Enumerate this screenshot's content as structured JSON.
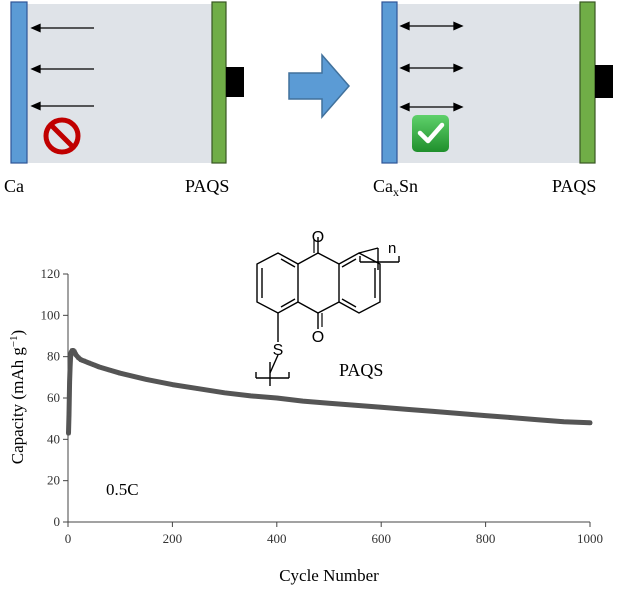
{
  "schematic": {
    "left_panel": {
      "anode_label": "Ca",
      "cathode_label": "PAQS",
      "status_icon": "prohibited-icon"
    },
    "arrow_icon": "right-arrow-icon",
    "right_panel": {
      "anode_label_main": "Ca",
      "anode_label_sub": "x",
      "anode_label_tail": "Sn",
      "cathode_label": "PAQS",
      "status_icon": "checkmark-icon"
    },
    "colors": {
      "anode": "#5b9bd5",
      "cathode": "#70ad47",
      "electrolyte": "#dfe3e8",
      "prohibited": "#c00000",
      "check": "#2eaa3c",
      "arrow": "#5b9bd5"
    }
  },
  "structure": {
    "carbonyl_top": "O",
    "carbonyl_bottom": "O",
    "sulfur": "S",
    "repeat_index": "n",
    "compound_name": "PAQS"
  },
  "chart_data": {
    "type": "scatter",
    "xlabel": "Cycle Number",
    "ylabel_main": "Capacity (mAh g",
    "ylabel_sup": "−1",
    "ylabel_tail": ")",
    "annotation": "0.5C",
    "xlim": [
      0,
      1000
    ],
    "ylim": [
      0,
      120
    ],
    "xticks": [
      0,
      200,
      400,
      600,
      800,
      1000
    ],
    "yticks": [
      0,
      20,
      40,
      60,
      80,
      100,
      120
    ],
    "color": "#555555",
    "series": [
      {
        "x": [
          1,
          2,
          3,
          4,
          5,
          6,
          8,
          10,
          12,
          15,
          20,
          25,
          30,
          40,
          50,
          60,
          80,
          100,
          150,
          200,
          250,
          300,
          350,
          400,
          450,
          500,
          550,
          600,
          650,
          700,
          750,
          800,
          850,
          900,
          950,
          1000
        ],
        "y": [
          43,
          52,
          68,
          75,
          80,
          82,
          83,
          83,
          82.5,
          81,
          79.5,
          78.5,
          78,
          77,
          76,
          75,
          73.5,
          72,
          69,
          66.5,
          64.5,
          62.5,
          61,
          60,
          58.5,
          57.5,
          56.5,
          55.5,
          54.5,
          53.5,
          52.5,
          51.5,
          50.5,
          49.5,
          48.5,
          48
        ]
      }
    ]
  }
}
